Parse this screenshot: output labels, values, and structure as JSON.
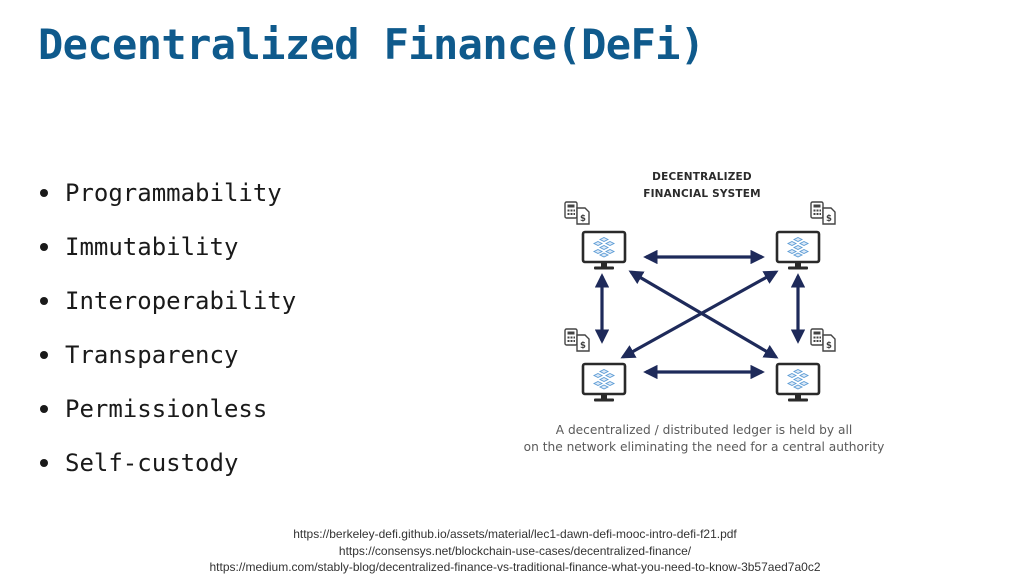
{
  "slide": {
    "title": "Decentralized Finance(DeFi)",
    "bullets": [
      "Programmability",
      "Immutability",
      "Interoperability",
      "Transparency",
      "Permissionless",
      "Self-custody"
    ],
    "diagram": {
      "title_line1": "DECENTRALIZED",
      "title_line2": "FINANCIAL SYSTEM",
      "caption_line1": "A decentralized / distributed ledger is held by all",
      "caption_line2": "on the network eliminating the need for a central authority",
      "nodes": [
        "top-left",
        "top-right",
        "bottom-left",
        "bottom-right"
      ],
      "node_icons": [
        "computer-icon",
        "calculator-icon",
        "document-icon",
        "dollar-icon"
      ],
      "colors": {
        "arrow": "#1e2a5a",
        "monitor": "#2a2a2a",
        "network_glyph": "#5b9bd5"
      }
    },
    "references": [
      "https://berkeley-defi.github.io/assets/material/lec1-dawn-defi-mooc-intro-defi-f21.pdf",
      "https://consensys.net/blockchain-use-cases/decentralized-finance/",
      "https://medium.com/stably-blog/decentralized-finance-vs-traditional-finance-what-you-need-to-know-3b57aed7a0c2"
    ],
    "colors": {
      "title": "#0f5a8c",
      "text": "#1a1a1a"
    }
  }
}
